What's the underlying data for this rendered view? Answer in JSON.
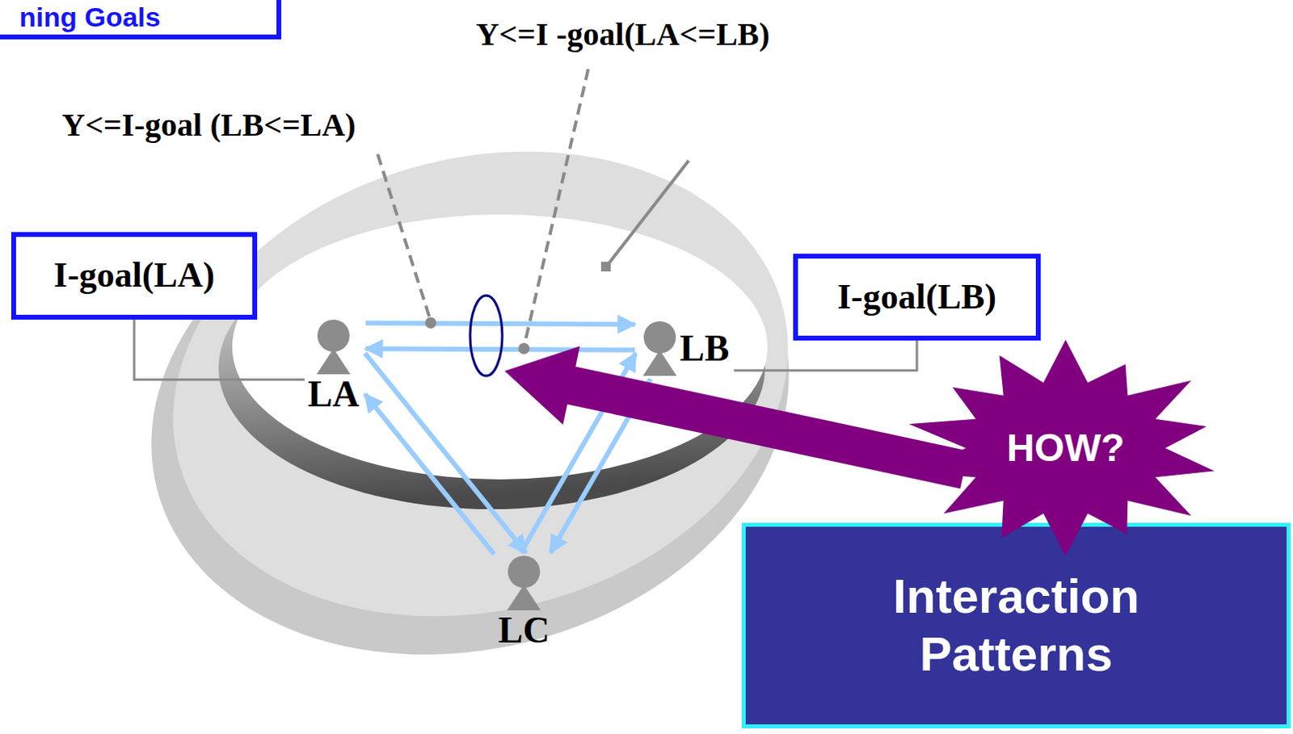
{
  "diagram": {
    "nodes": [
      {
        "text": [
          "I-goal(LA)"
        ]
      },
      {
        "text": [
          "I-goal(LB)"
        ]
      },
      {
        "text": [
          "LA"
        ]
      },
      {
        "text": [
          "LB"
        ]
      },
      {
        "text": [
          "HOW?"
        ]
      },
      {
        "text": [
          "LC"
        ]
      },
      {
        "text": [
          "Interaction Patterns"
        ]
      }
    ],
    "edges": [
      {
        "from": 0,
        "to": 2,
        "arrow": "none"
      },
      {
        "from": 1,
        "to": 3,
        "arrow": "none"
      },
      {
        "from": 2,
        "to": 3,
        "arrow": "to"
      },
      {
        "from": 3,
        "to": 2,
        "arrow": "to"
      },
      {
        "from": 2,
        "to": 5,
        "arrow": "to"
      },
      {
        "from": 5,
        "to": 2,
        "arrow": "to"
      },
      {
        "from": 3,
        "to": 5,
        "arrow": "to"
      },
      {
        "from": 5,
        "to": 3,
        "arrow": "to"
      }
    ],
    "labels": [
      "ning Goals",
      "Y<=I -goal(LA<=LB)",
      "Y<=I-goal (LB<=LA)"
    ]
  }
}
